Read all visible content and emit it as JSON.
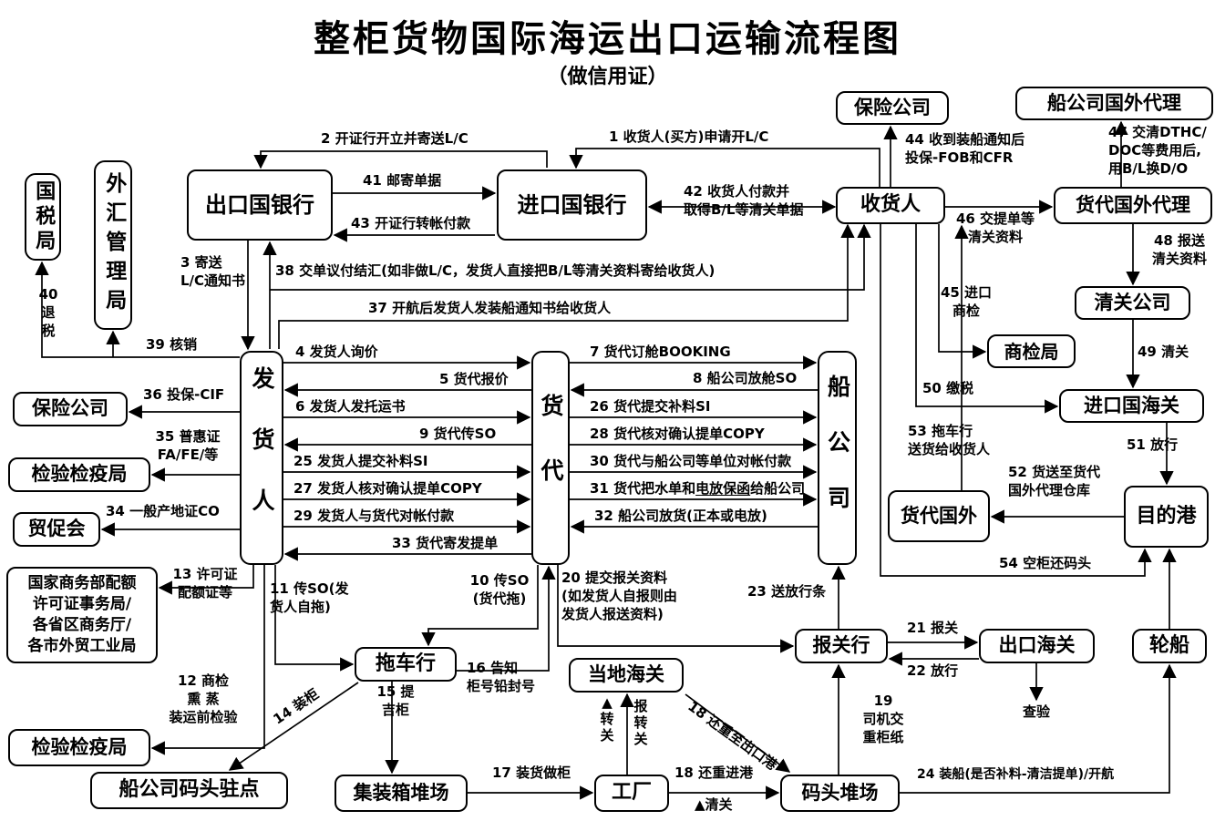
{
  "title": "整柜货物国际海运出口运输流程图",
  "subtitle": "（做信用证）",
  "nodes": {
    "tax_bureau": "国税局",
    "forex_admin": "外汇管理局",
    "export_bank": "出口国银行",
    "import_bank": "进口国银行",
    "insurance_top": "保险公司",
    "carrier_overseas_agent": "船公司国外代理",
    "consignee": "收货人",
    "forwarder_overseas_agent": "货代国外代理",
    "clearance_company": "清关公司",
    "commodity_inspection": "商检局",
    "import_customs": "进口国海关",
    "shipper": "发货人",
    "forwarder": "货代",
    "shipping_company": "船公司",
    "insurance_left": "保险公司",
    "ciq_left": "检验检疫局",
    "ccpit": "贸促会",
    "commerce_dept": "国家商务部配额\n许可证事务局/\n各省区商务厅/\n各市外贸工业局",
    "ciq_bottom": "检验检疫局",
    "carrier_dock_office": "船公司码头驻点",
    "trucking": "拖车行",
    "container_yard": "集装箱堆场",
    "local_customs": "当地海关",
    "factory": "工厂",
    "customs_broker": "报关行",
    "export_customs": "出口海关",
    "vessel": "轮船",
    "dock_yard": "码头堆场",
    "forwarder_overseas": "货代国外",
    "destination_port": "目的港"
  },
  "steps": {
    "s1": "1 收货人(买方)申请开L/C",
    "s2": "2 开证行开立并寄送L/C",
    "s3": "3 寄送\nL/C通知书",
    "s4": "4 发货人询价",
    "s5": "5 货代报价",
    "s6": "6 发货人发托运书",
    "s7": "7 货代订舱BOOKING",
    "s8": "8 船公司放舱SO",
    "s9": "9 货代传SO",
    "s10": "10 传SO\n(货代拖)",
    "s11": "11 传SO(发\n货人自拖)",
    "s12": "12 商检\n熏 蒸\n装运前检验",
    "s13": "13 许可证\n配额证等",
    "s14": "14 装柜",
    "s15": "15 提\n吉柜",
    "s16": "16 告知\n柜号铅封号",
    "s17": "17 装货做柜",
    "s18a": "18 还重进港",
    "s18b": "18 还重至出口港",
    "s19": "19\n司机交\n重柜纸",
    "s20": "20 提交报关资料\n(如发货人自报则由\n发货人报送资料)",
    "s21": "21 报关",
    "s22": "22 放行",
    "s23": "23 送放行条",
    "s24": "24 装船(是否补料-清洁提单)/开航",
    "s25": "25 发货人提交补料SI",
    "s26": "26 货代提交补料SI",
    "s27": "27 发货人核对确认提单COPY",
    "s28": "28 货代核对确认提单COPY",
    "s29": "29 发货人与货代对帐付款",
    "s30": "30 货代与船公司等单位对帐付款",
    "s31_pre": "31 货代把水单和",
    "s31_u": "电放保函",
    "s31_post": "给船公司",
    "s32": "32 船公司放货(正本或电放)",
    "s33": "33 货代寄发提单",
    "s34": "34 一般产地证CO",
    "s35": "35 普惠证\nFA/FE/等",
    "s36": "36 投保-CIF",
    "s37": "37 开航后发货人发装船通知书给收货人",
    "s38": "38 交单议付结汇(如非做L/C，发货人直接把B/L等清关资料寄给收货人)",
    "s39": "39 核销",
    "s40": "40\n退\n税",
    "s41": "41 邮寄单据",
    "s42": "42 收货人付款并\n取得B/L等清关单据",
    "s43": "43 开证行转帐付款",
    "s44": "44 收到装船通知后\n投保-FOB和CFR",
    "s45": "45 进口\n商检",
    "s46": "46 交提单等\n清关资料",
    "s47": "47 交清DTHC/\nDOC等费用后,\n用B/L换D/O",
    "s48": "48 报送\n清关资料",
    "s49": "49 清关",
    "s50": "50 缴税",
    "s51": "51 放行",
    "s52": "52 货送至货代\n国外代理仓库",
    "s53": "53 拖车行\n送货给收货人",
    "s54": "54 空柜还码头"
  },
  "notes": {
    "inspection": "查验",
    "clearance": "▲清关",
    "transit": "▲\n转\n关",
    "report_transit": "报\n转\n关"
  },
  "colors": {
    "line": "#000000",
    "background": "#ffffff"
  }
}
